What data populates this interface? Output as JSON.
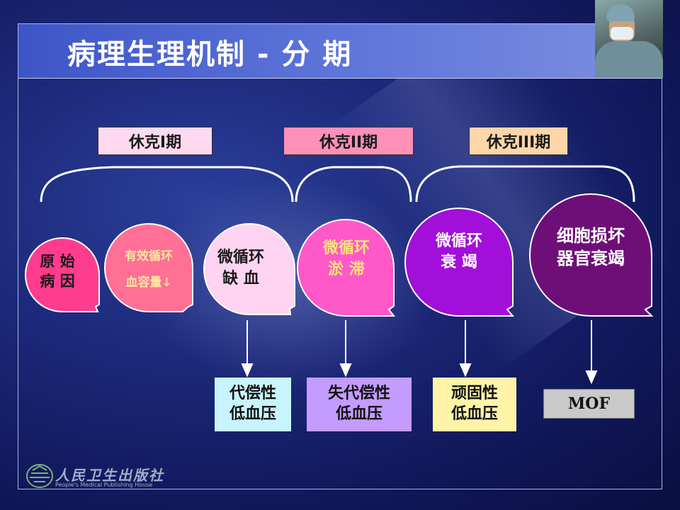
{
  "slide": {
    "title": "病理生理机制 - 分 期"
  },
  "periods": [
    {
      "label": "休克I期",
      "color": "#ffd9f0"
    },
    {
      "label": "休克II期",
      "color": "#ff90b8"
    },
    {
      "label": "休克III期",
      "color": "#ffd6a8"
    }
  ],
  "stages": [
    {
      "line1": "原 始",
      "line2": "病 因",
      "fill": "#ff3c8e",
      "text_color": "#1a1a1a"
    },
    {
      "line1": "有效循环",
      "line2": "血容量↓",
      "fill": "#ff6f96",
      "text_color": "#ffe7a0"
    },
    {
      "line1": "微循环",
      "line2": "缺 血",
      "fill": "#ffd4f3",
      "text_color": "#1a1a1a"
    },
    {
      "line1": "微循环",
      "line2": "淤 滞",
      "fill": "#ff58c8",
      "text_color": "#ffe57a"
    },
    {
      "line1": "微循环",
      "line2": "衰 竭",
      "fill": "#a20fd8",
      "text_color": "#ffffff"
    },
    {
      "line1": "细胞损坏",
      "line2": "器官衰竭",
      "fill": "#6e0f78",
      "text_color": "#ffffff"
    }
  ],
  "results": [
    {
      "line1": "代偿性",
      "line2": "低血压",
      "color": "#c8f4ff"
    },
    {
      "line1": "失代偿性",
      "line2": "低血压",
      "color": "#c49cff"
    },
    {
      "line1": "顽固性",
      "line2": "低血压",
      "color": "#fff3a8"
    },
    {
      "line1": "MOF",
      "line2": "",
      "color": "#c9c9c9"
    }
  ],
  "publisher": {
    "name": "人民卫生出版社",
    "name_en": "People's Medical Publishing House"
  }
}
